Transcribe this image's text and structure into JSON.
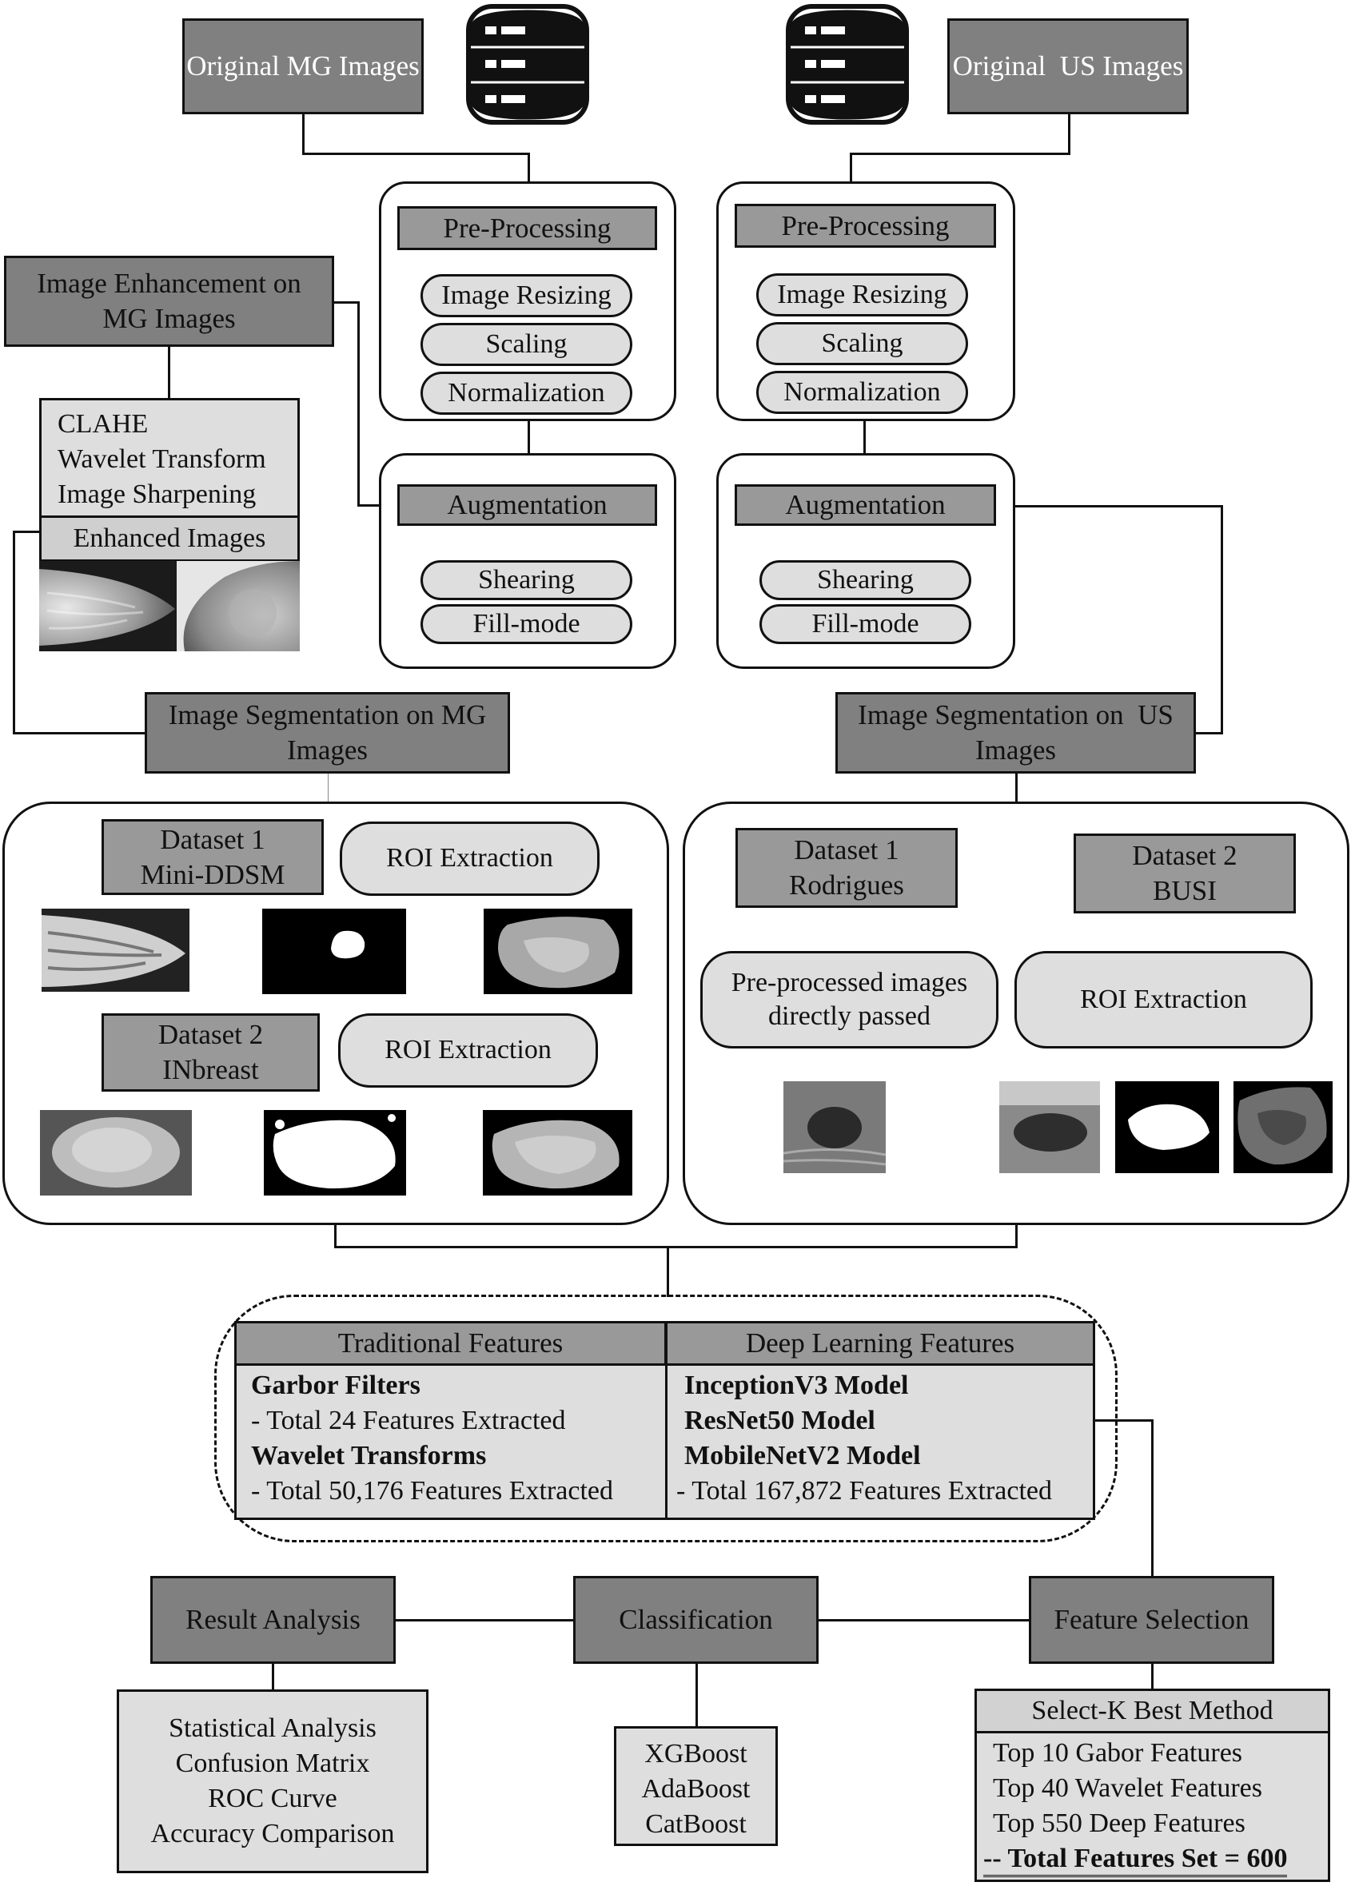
{
  "sources": {
    "mg": "Original MG Images",
    "us": "Original  US Images"
  },
  "preprocessing": {
    "title": "Pre-Processing",
    "steps": [
      "Image Resizing",
      "Scaling",
      "Normalization"
    ]
  },
  "augmentation": {
    "title": "Augmentation",
    "steps": [
      "Shearing",
      "Fill-mode"
    ]
  },
  "enhancement": {
    "title": "Image Enhancement on MG Images",
    "methods": [
      "CLAHE",
      "Wavelet Transform",
      "Image Sharpening"
    ],
    "result_label": "Enhanced Images"
  },
  "segmentation": {
    "mg_title": "Image Segmentation on MG Images",
    "us_title": "Image Segmentation on  US Images",
    "mg_dataset1": "Dataset 1 Mini-DDSM",
    "mg_dataset2": "Dataset 2 INbreast",
    "roi": "ROI Extraction",
    "us_dataset1": "Dataset 1 Rodrigues",
    "us_dataset2": "Dataset 2 BUSI",
    "passed": "Pre-processed images directly passed"
  },
  "features": {
    "traditional_header": "Traditional Features",
    "deep_header": "Deep Learning Features",
    "traditional": [
      {
        "text": "Garbor Filters",
        "bold": true
      },
      {
        "text": "- Total 24 Features Extracted",
        "bold": false
      },
      {
        "text": "Wavelet Transforms",
        "bold": true
      },
      {
        "text": "- Total 50,176 Features Extracted",
        "bold": false
      }
    ],
    "deep": [
      {
        "text": "InceptionV3 Model",
        "bold": true
      },
      {
        "text": "ResNet50 Model",
        "bold": true
      },
      {
        "text": "MobileNetV2 Model",
        "bold": true
      },
      {
        "text": "- Total 167,872 Features Extracted",
        "bold": false
      }
    ]
  },
  "pipeline": {
    "result_analysis": "Result Analysis",
    "classification": "Classification",
    "feature_selection": "Feature Selection"
  },
  "result_items": [
    "Statistical Analysis",
    "Confusion Matrix",
    "ROC Curve",
    "Accuracy Comparison"
  ],
  "classifiers": [
    "XGBoost",
    "AdaBoost",
    "CatBoost"
  ],
  "selection": {
    "method": "Select-K Best Method",
    "items": [
      "Top 10 Gabor Features",
      "Top 40 Wavelet Features",
      "Top 550 Deep Features"
    ],
    "total": "-- Total Features Set = 600"
  },
  "icons": [
    "database-icon",
    "database-icon"
  ],
  "colors": {
    "dark_box": "#808080",
    "light_box": "#dedede",
    "line": "#111111"
  }
}
